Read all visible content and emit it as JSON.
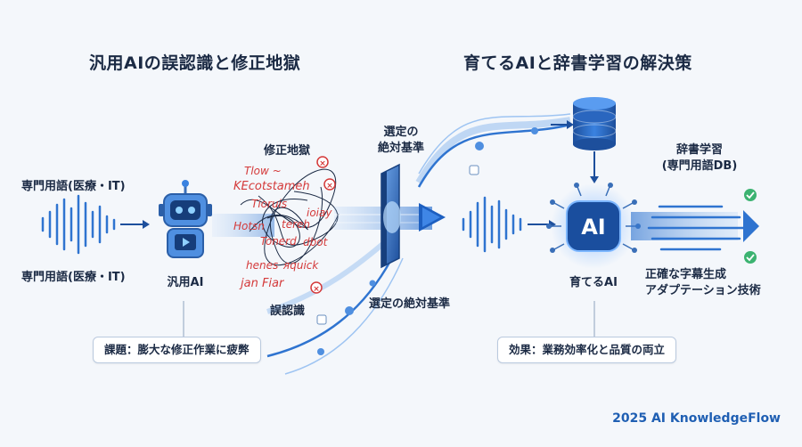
{
  "left": {
    "title": "汎用AIの誤認識と修正地獄",
    "input_label_top": "専門用語(医療・IT)",
    "input_label_bottom": "専門用語(医療・IT)",
    "robot_label": "汎用AI",
    "chaos_label_top": "修正地獄",
    "chaos_label_bottom": "誤認識",
    "garbled": [
      "Tlow ~",
      "KEcotstameh",
      "Tioruis",
      "Hotsn",
      "tereh",
      "ioiay",
      "Tonerd",
      "dbot",
      "henes",
      "ᴙquick",
      "jan Fiar"
    ],
    "issue": "課題：膨大な修正作業に疲弊"
  },
  "middle": {
    "label_top": "選定の\n絶対基準",
    "label_bottom": "選定の絶対基準"
  },
  "right": {
    "title": "育てるAIと辞書学習の解決策",
    "ai_badge": "AI",
    "ai_label": "育てるAI",
    "dict_label": "辞書学習\n(専門用語DB)",
    "output_label": "正確な字幕生成\nアダプテーション技術",
    "effect": "効果：業務効率化と品質の両立"
  },
  "footer": {
    "brand": "2025 AI KnowledgeFlow"
  },
  "colors": {
    "primary": "#2f74d0",
    "dark": "#1b2a44",
    "error": "#d43a3a",
    "success": "#3cb371"
  }
}
